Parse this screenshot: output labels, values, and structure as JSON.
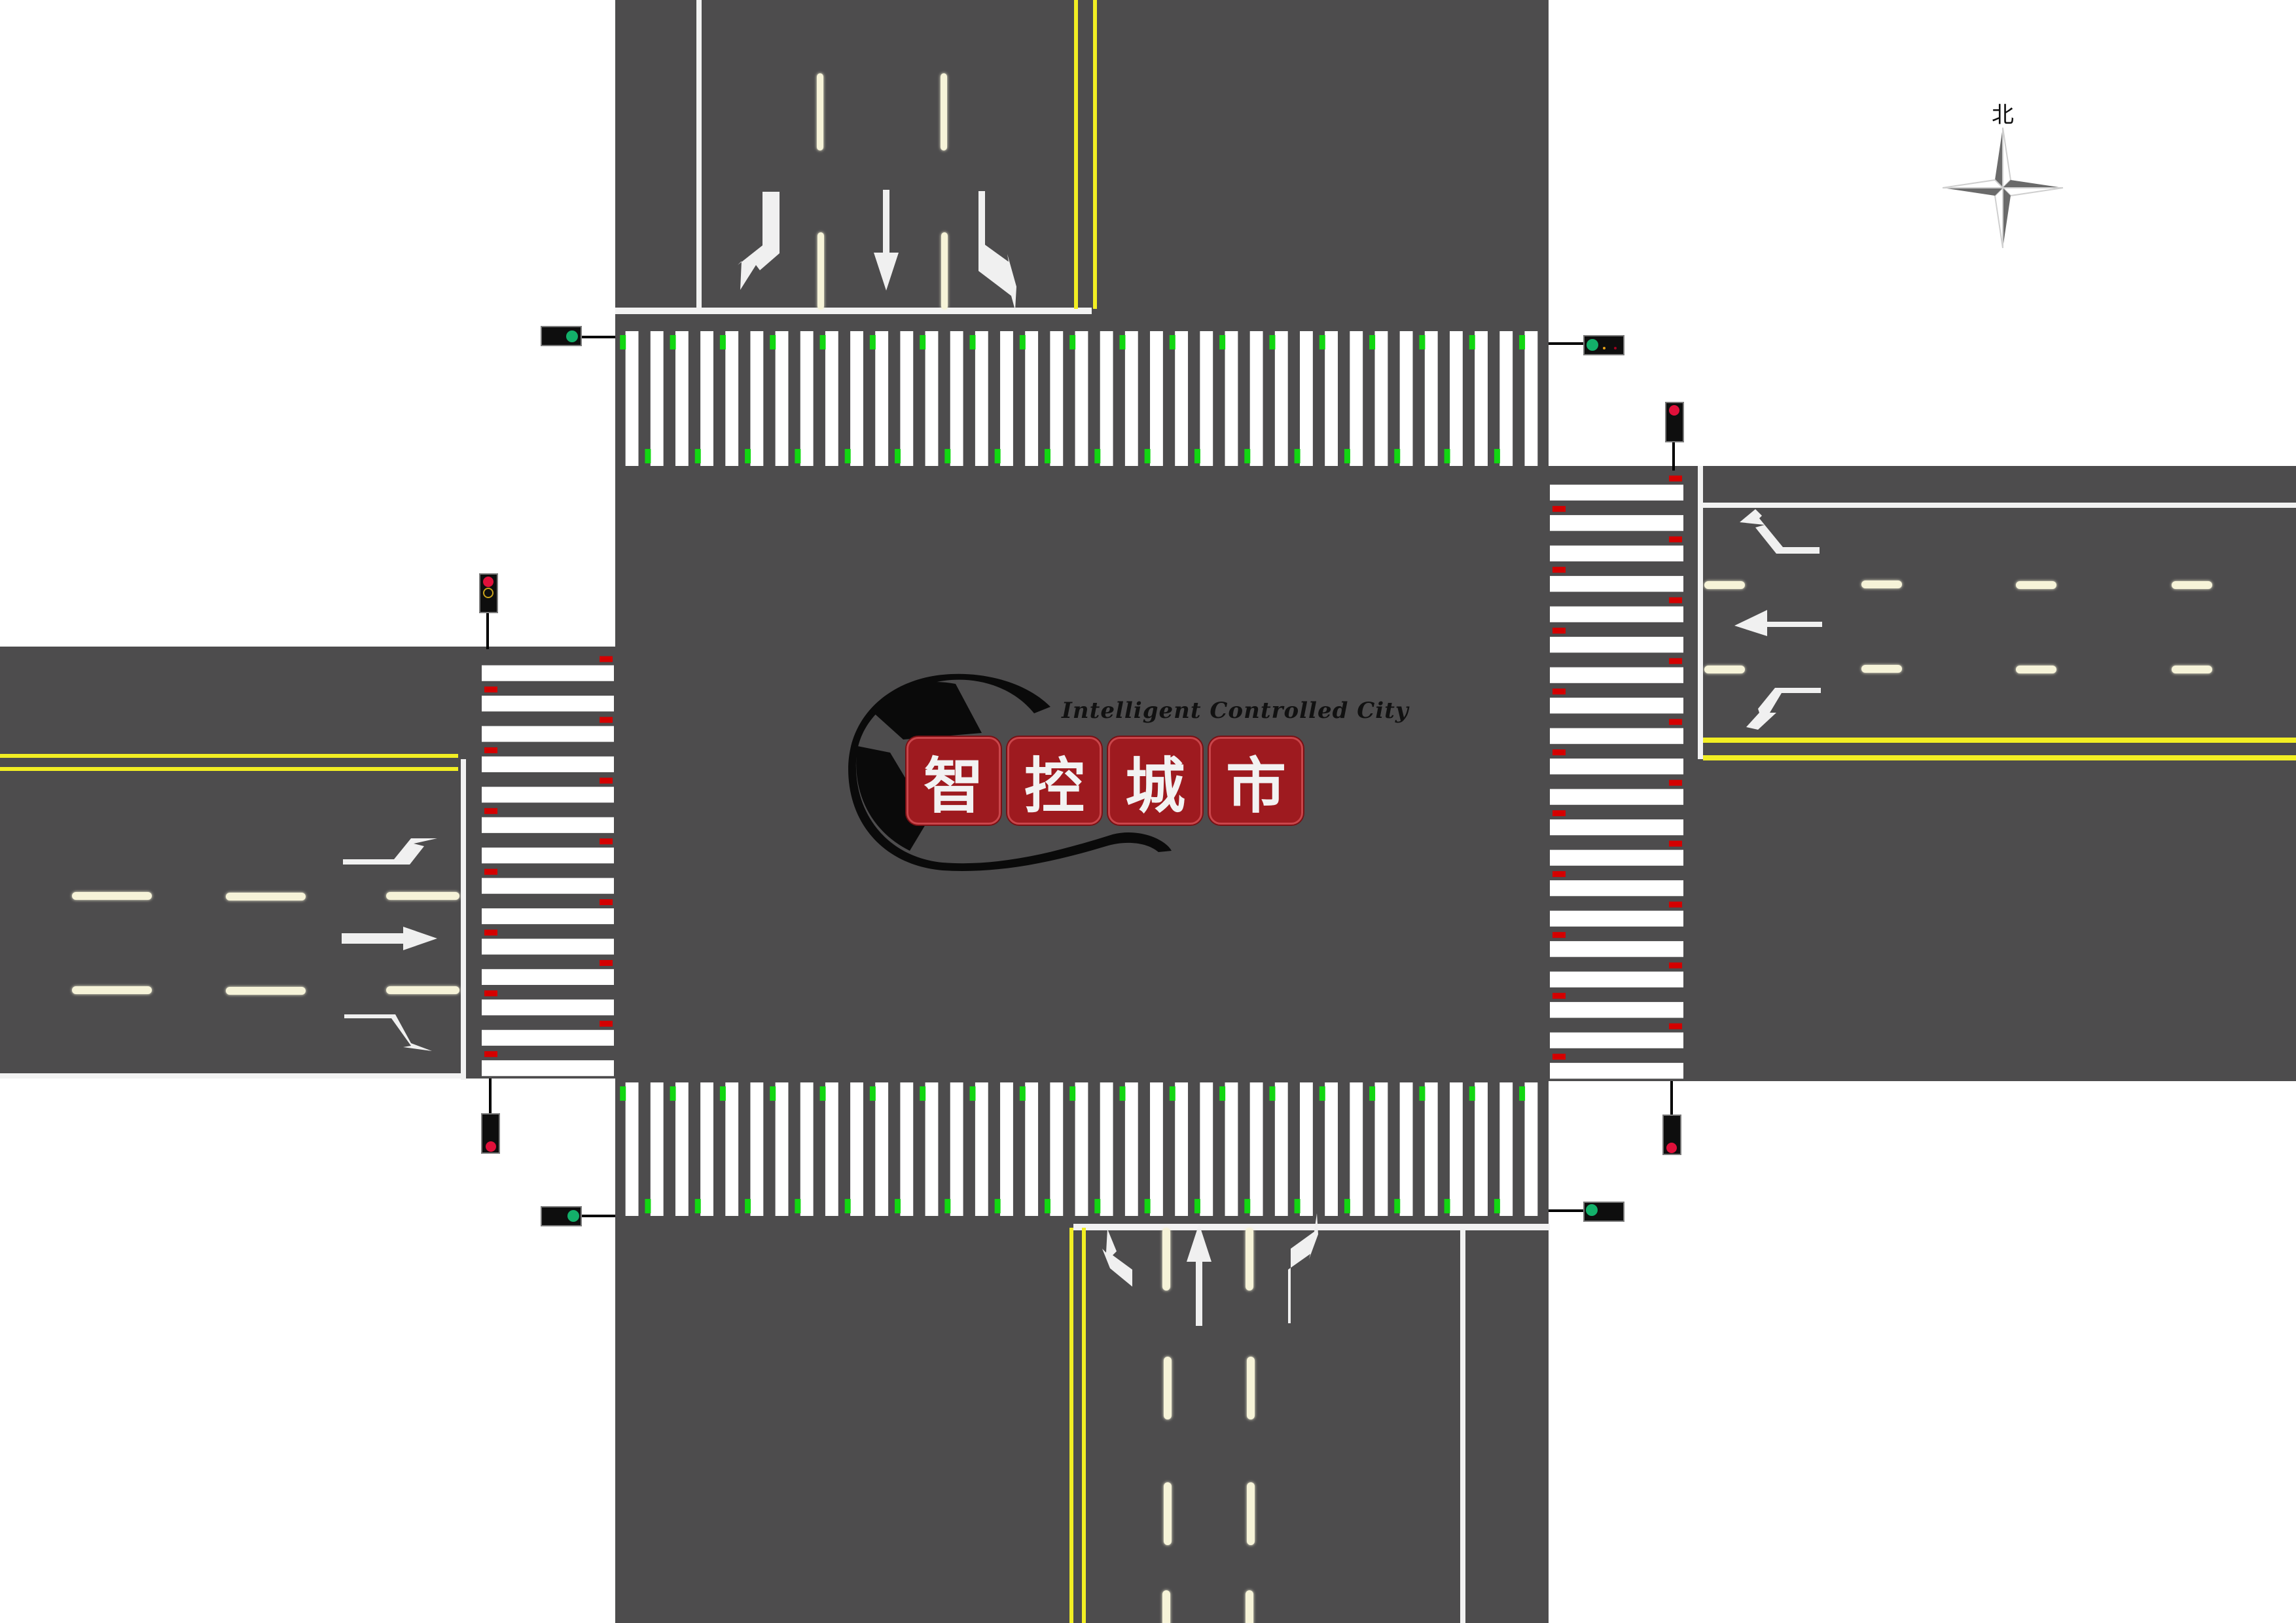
{
  "diagram": {
    "type": "four-way traffic intersection plan view",
    "colors": {
      "background": "#ffffff",
      "asphalt": "#4d4c4d",
      "lane_dash": "#f6f3d8",
      "center_line_yellow": "#f2ee23",
      "edge_line_white": "#f2f2f2",
      "zebra_white": "#ffffff",
      "ped_signal_green": "#12d612",
      "ped_signal_red": "#d40000",
      "light_green": "#13b06a",
      "light_red": "#e0103a",
      "light_housing": "#0e0e0e",
      "logo_red": "#9e1a1f"
    }
  },
  "logo": {
    "english": "Intelligent Controlled City",
    "chinese_chars": [
      "智",
      "控",
      "城",
      "市"
    ]
  },
  "compass": {
    "label": "北",
    "meaning": "North"
  },
  "approaches": {
    "north": {
      "direction": "southbound",
      "lane_arrows": [
        "right-turn (toward west)",
        "straight",
        "left-turn (toward east)"
      ],
      "arrow_glyphs": [
        "turn-down-left",
        "down",
        "turn-down-right"
      ]
    },
    "south": {
      "direction": "northbound",
      "lane_arrows": [
        "left-turn",
        "straight",
        "right-turn"
      ],
      "arrow_glyphs": [
        "turn-up-left",
        "up",
        "turn-up-right"
      ]
    },
    "east": {
      "direction": "westbound",
      "lane_arrows": [
        "right-turn",
        "straight",
        "left-turn"
      ],
      "arrow_glyphs": [
        "turn-left-up",
        "left",
        "turn-left-down"
      ]
    },
    "west": {
      "direction": "eastbound",
      "lane_arrows": [
        "left-turn",
        "straight",
        "right-turn"
      ],
      "arrow_glyphs": [
        "turn-right-up",
        "right",
        "turn-right-down"
      ]
    }
  },
  "crosswalks": {
    "north": {
      "ped_signal": "green",
      "stripes": 37
    },
    "south": {
      "ped_signal": "green",
      "stripes": 37
    },
    "west": {
      "ped_signal": "red",
      "stripes": 14
    },
    "east": {
      "ped_signal": "red",
      "stripes": 20
    }
  },
  "traffic_lights": [
    {
      "id": "nw",
      "orientation": "horizontal",
      "active": "green",
      "position": "north crosswalk, west end"
    },
    {
      "id": "ne",
      "orientation": "horizontal",
      "active": "green",
      "position": "north crosswalk, east end"
    },
    {
      "id": "sw",
      "orientation": "horizontal",
      "active": "green",
      "position": "south crosswalk, west end"
    },
    {
      "id": "se",
      "orientation": "horizontal",
      "active": "green",
      "position": "south crosswalk, east end"
    },
    {
      "id": "wn",
      "orientation": "vertical",
      "active": "red",
      "position": "west crosswalk, north end"
    },
    {
      "id": "ws",
      "orientation": "vertical",
      "active": "red",
      "position": "west crosswalk, south end"
    },
    {
      "id": "en",
      "orientation": "vertical",
      "active": "red",
      "position": "east crosswalk, north end"
    },
    {
      "id": "es",
      "orientation": "vertical",
      "active": "red",
      "position": "east crosswalk, south end"
    }
  ]
}
